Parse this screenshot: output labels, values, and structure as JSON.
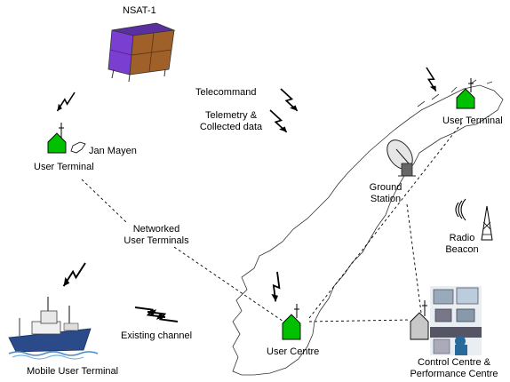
{
  "satellite": {
    "label": "NSAT-1"
  },
  "links": {
    "telecommand": "Telecommand",
    "telemetry_line1": "Telemetry &",
    "telemetry_line2": "Collected data",
    "existing_channel": "Existing channel"
  },
  "network": {
    "line1": "Networked",
    "line2": "User Terminals"
  },
  "nodes": {
    "jan_mayen": "Jan Mayen",
    "user_terminal_left": "User Terminal",
    "user_terminal_right": "User Terminal",
    "ground_station_line1": "Ground",
    "ground_station_line2": "Station",
    "radio_beacon_line1": "Radio",
    "radio_beacon_line2": "Beacon",
    "user_centre": "User Centre",
    "mobile_user_terminal": "Mobile User Terminal",
    "control_centre_line1": "Control Centre &",
    "control_centre_line2": "Performance Centre"
  },
  "colors": {
    "terminal_green": "#00c000",
    "control_grey": "#c8c8c8",
    "satellite_purple": "#7a3fd0",
    "solar_brown": "#a0602a",
    "coast": "#333333"
  },
  "icons": [
    "satellite-icon",
    "terminal-house-icon",
    "lightning-icon",
    "dish-icon",
    "radio-tower-icon",
    "ship-icon",
    "control-room-icon",
    "island-icon",
    "coastline-map"
  ]
}
